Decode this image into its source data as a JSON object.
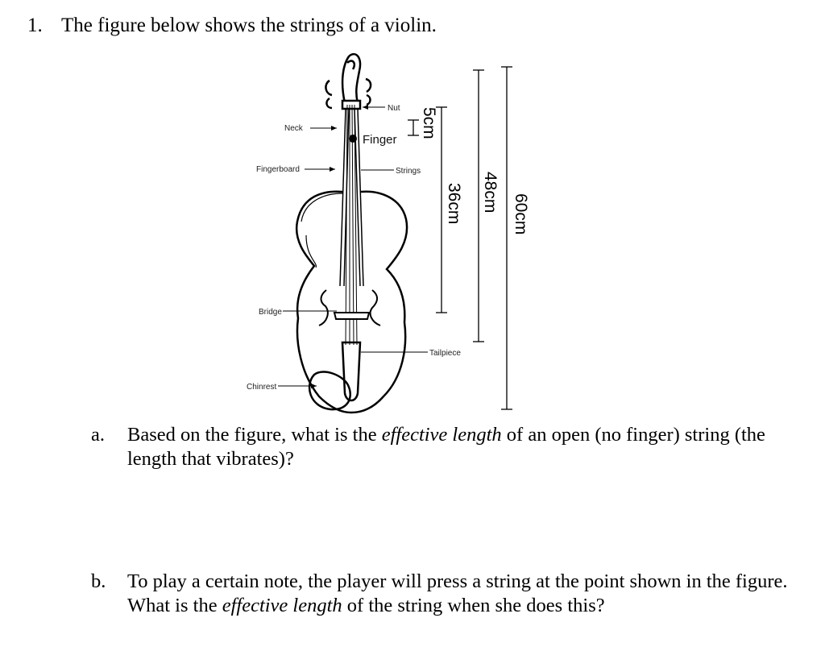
{
  "question": {
    "number": "1.",
    "text": "The figure below shows the strings of a violin."
  },
  "figure": {
    "labels": {
      "nut": "Nut",
      "neck": "Neck",
      "finger": "Finger",
      "fingerboard": "Fingerboard",
      "strings": "Strings",
      "bridge": "Bridge",
      "tailpiece": "Tailpiece",
      "chinrest": "Chinrest"
    },
    "dimensions": {
      "d1": "5cm",
      "d2": "36cm",
      "d3": "48cm",
      "d4": "60cm"
    }
  },
  "part_a": {
    "label": "a.",
    "text_before": "Based on the figure, what is the ",
    "emphasis": "effective length",
    "text_after": " of an open (no finger) string (the length that vibrates)?"
  },
  "part_b": {
    "label": "b.",
    "text_before": "To play a certain note, the player will press a string at the point shown in the figure. What is the ",
    "emphasis": "effective length",
    "text_after": " of the string when she does this?"
  }
}
